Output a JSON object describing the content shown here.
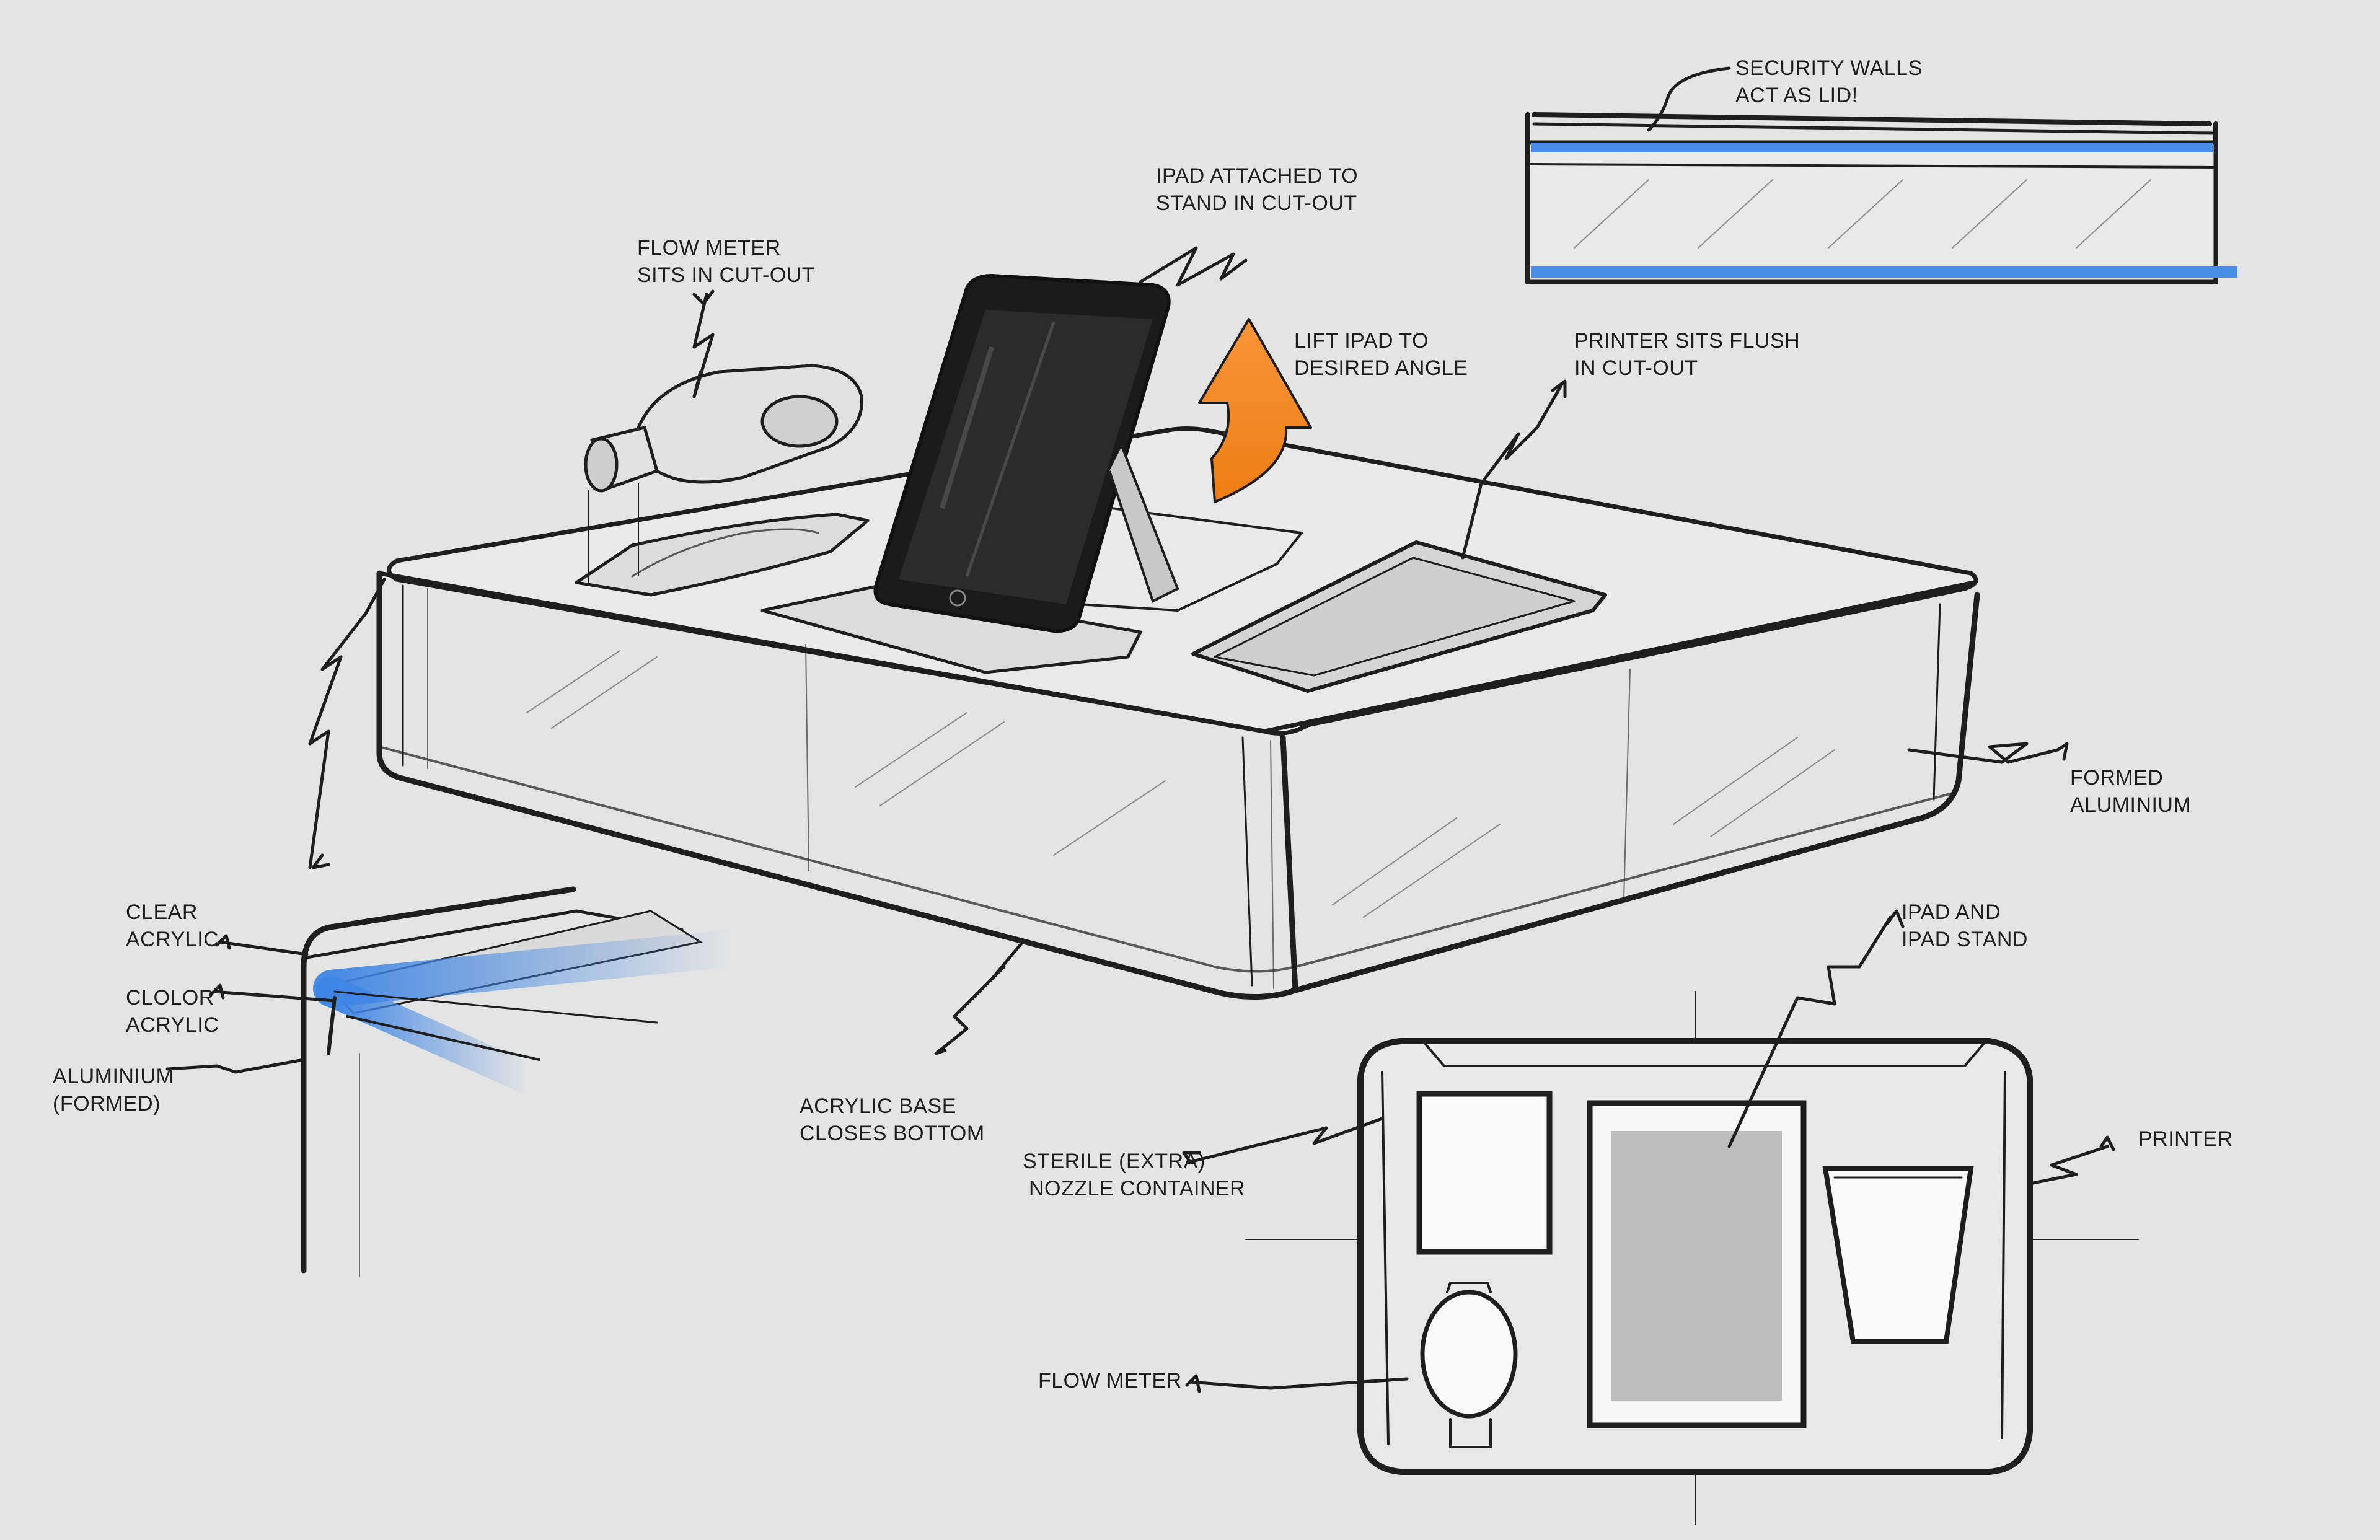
{
  "labels": {
    "security_walls": [
      "SECURITY WALLS",
      "ACT AS LID!"
    ],
    "ipad_attached": [
      "IPAD ATTACHED TO",
      "STAND IN CUT-OUT"
    ],
    "flow_meter_top": [
      "FLOW METER",
      "SITS IN CUT-OUT"
    ],
    "lift_ipad": [
      "LIFT IPAD TO",
      "DESIRED ANGLE"
    ],
    "printer_flush": [
      "PRINTER SITS FLUSH",
      "IN CUT-OUT"
    ],
    "formed_aluminium": [
      "FORMED",
      "ALUMINIUM"
    ],
    "clear_acrylic": [
      "CLEAR",
      "ACRYLIC"
    ],
    "color_acrylic": [
      "CLOLOR",
      "ACRYLIC"
    ],
    "aluminium_formed": [
      "ALUMINIUM",
      "(FORMED)"
    ],
    "acrylic_base": [
      "ACRYLIC BASE",
      "CLOSES BOTTOM"
    ],
    "ipad_and_stand": [
      "IPAD AND",
      "IPAD STAND"
    ],
    "printer": [
      "PRINTER"
    ],
    "sterile_container": [
      "STERILE (EXTRA)",
      " NOZZLE CONTAINER"
    ],
    "flow_meter_plan": [
      "FLOW METER"
    ]
  },
  "colors": {
    "background": "#e4e4e4",
    "ink": "#1e1e1e",
    "acrylic_blue": "#4a8fe6",
    "arrow_orange": "#f5891f",
    "ipad_black": "#1b1b1b",
    "screen_gray": "#bdbdbd"
  }
}
